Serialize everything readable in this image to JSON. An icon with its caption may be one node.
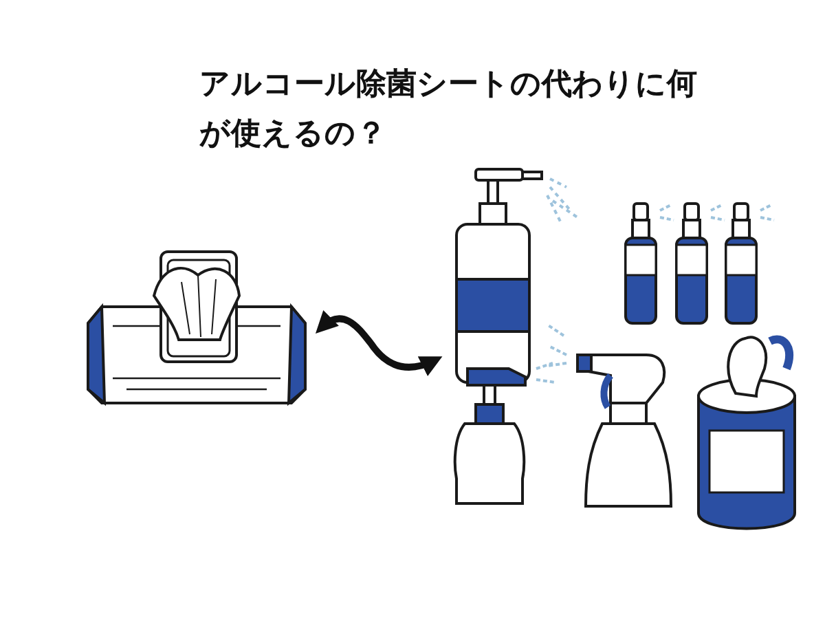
{
  "diagram": {
    "title": "アルコール除菌シートの代わりに何が使えるの？",
    "nodes": [
      {
        "text": [],
        "shape": "picture"
      },
      {
        "text": [],
        "shape": "picture"
      }
    ],
    "edges": [
      {
        "from": 0,
        "to": 1,
        "arrow": "both"
      }
    ]
  }
}
